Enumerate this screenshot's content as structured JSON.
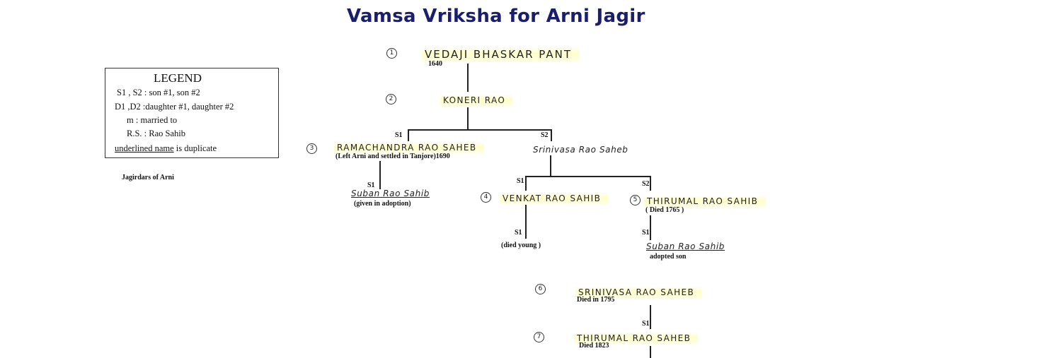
{
  "title": "Vamsa Vriksha for Arni Jagir",
  "legend": {
    "heading": "LEGEND",
    "rows": [
      "S1 , S2  : son #1, son #2",
      "D1 ,D2  :daughter #1, daughter #2",
      "m       : married to",
      "R.S.  :  Rao Sahib"
    ],
    "underline_word": "underlined name",
    "underline_rest": " is duplicate"
  },
  "caption": "Jagirdars of Arni",
  "persons": {
    "p1": {
      "number": "1",
      "name": "VEDAJI   BHASKAR  PANT",
      "note": "1640"
    },
    "p2": {
      "number": "2",
      "name": "KONERI   RAO"
    },
    "p3": {
      "number": "3",
      "name": "RAMACHANDRA  RAO  SAHEB",
      "note": "(Left Arni and settled in Tanjore)1690"
    },
    "p3s": {
      "name": "Srinivasa   Rao  Saheb"
    },
    "p3c": {
      "name": "Suban  Rao  Sahib",
      "note": "(given in adoption)"
    },
    "p4": {
      "number": "4",
      "name": "VENKAT  RAO  SAHIB"
    },
    "p4c": {
      "note": "(died young )"
    },
    "p5": {
      "number": "5",
      "name": "THIRUMAL  RAO  SAHIB",
      "note": "( Died 1765 )"
    },
    "p5c": {
      "name": "Suban  Rao  Sahib",
      "note": "adopted son"
    },
    "p6": {
      "number": "6",
      "name": "SRINIVASA  RAO  SAHEB",
      "note": "Died in 1795"
    },
    "p7": {
      "number": "7",
      "name": "THIRUMAL  RAO  SAHEB",
      "note": "Died 1823"
    }
  },
  "edge_labels": {
    "s1a": "S1",
    "s2a": "S2",
    "s1b": "S1",
    "s1c": "S1",
    "s2c": "S2",
    "s1d": "S1",
    "s1e": "S1",
    "s1f": "S1"
  },
  "colors": {
    "title": "#1b1f6b",
    "highlight": "#fffdbe"
  }
}
